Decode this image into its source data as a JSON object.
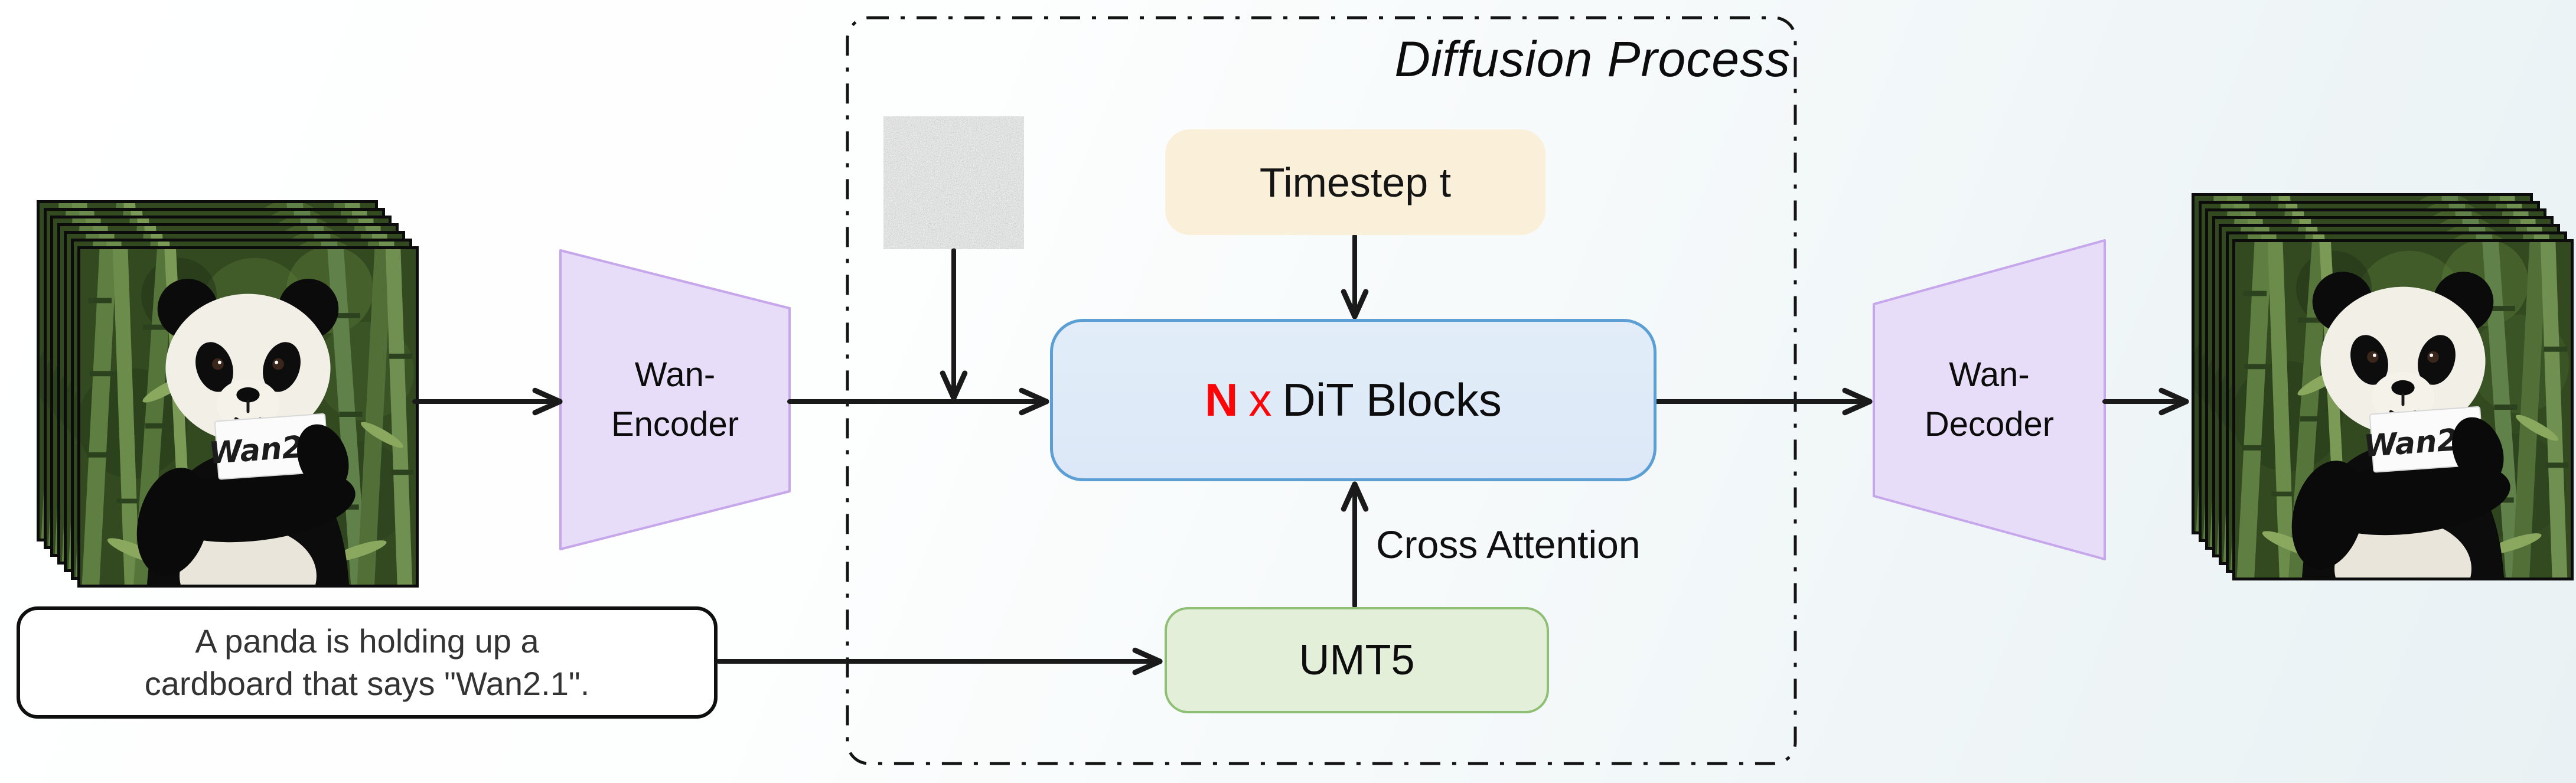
{
  "title": "Diffusion Process",
  "prompt_box": {
    "line1": "A panda is holding up a",
    "line2": "cardboard that says \"Wan2.1\"."
  },
  "encoder": {
    "line1": "Wan-",
    "line2": "Encoder"
  },
  "decoder": {
    "line1": "Wan-",
    "line2": "Decoder"
  },
  "dit_block": {
    "n": "N",
    "times": "x",
    "name": "DiT Blocks"
  },
  "timestep_box": {
    "label": "Timestep t"
  },
  "umt5_box": {
    "label": "UMT5"
  },
  "cross_attention_label": "Cross Attention",
  "video_stack": {
    "frame_count": 7,
    "sign_text": "Wan2.1"
  },
  "colors": {
    "dit_fill": "#dce8f7",
    "dit_border": "#5b9fd4",
    "timestep_fill": "#faf0da",
    "umt5_fill": "#e4efda",
    "umt5_border": "#8ebf75",
    "vae_fill": "#e8ddf8",
    "vae_border": "#c7a7eb",
    "n_red": "#fb0506",
    "arrow": "#1a1a1a"
  }
}
